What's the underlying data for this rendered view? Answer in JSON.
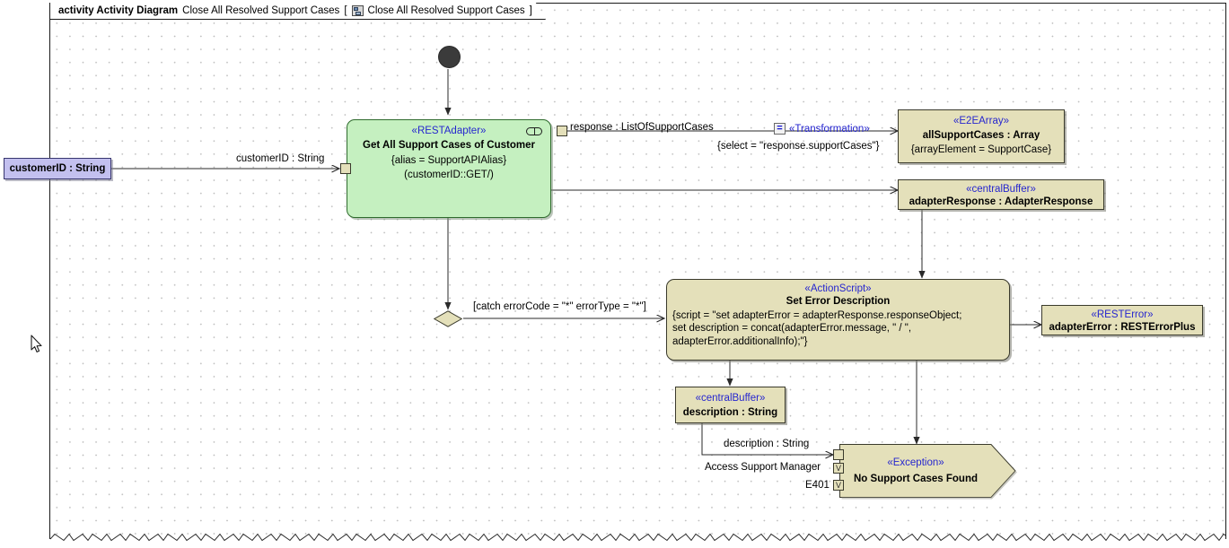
{
  "frame": {
    "keyword": "activity Activity Diagram",
    "name": "Close All Resolved Support Cases",
    "bracket_open": "[",
    "bracket_close": "]",
    "diagram_icon": "activity-diagram-icon",
    "diagram_name": "Close All Resolved Support Cases"
  },
  "nodes": {
    "param_customerid": {
      "label": "customerID : String"
    },
    "initial": {
      "name": "initial-node"
    },
    "rest_adapter": {
      "stereotype": "«RESTAdapter»",
      "name": "Get All Support Cases of Customer",
      "prop1": "{alias = SupportAPIAlias}",
      "prop2": "(customerID::GET/)",
      "marker": "rake-icon"
    },
    "e2e_array": {
      "stereotype": "«E2EArray»",
      "name": "allSupportCases : Array",
      "prop1": "{arrayElement = SupportCase}"
    },
    "central_buffer_response": {
      "stereotype": "«centralBuffer»",
      "name": "adapterResponse : AdapterResponse"
    },
    "action_script": {
      "stereotype": "«ActionScript»",
      "name": "Set Error Description",
      "script_line1": "{script = \"set adapterError = adapterResponse.responseObject;",
      "script_line2": "set description = concat(adapterError.message, \" / \",",
      "script_line3": "adapterError.additionalInfo);\"}"
    },
    "rest_error": {
      "stereotype": "«RESTError»",
      "name": "adapterError : RESTErrorPlus"
    },
    "central_buffer_description": {
      "stereotype": "«centralBuffer»",
      "name": "description : String"
    },
    "exception": {
      "stereotype": "«Exception»",
      "name": "No Support Cases Found"
    }
  },
  "edge_labels": {
    "customerid_in": "customerID : String",
    "response_out": "response : ListOfSupportCases",
    "transformation_stereotype": "«Transformation»",
    "transformation_eq": "=",
    "transformation_select": "{select = \"response.supportCases\"}",
    "catch_guard": "[catch errorCode = \"*\" errorType = \"*\"]",
    "description_pin": "description : String",
    "access_support_manager_pin": "Access Support Manager",
    "e401_pin": "E401",
    "pin_glyph": "V"
  },
  "colors": {
    "node_beige": "#e4e0ba",
    "node_green": "#c5f0c0",
    "param_lavender": "#c3c0ef",
    "stereotype_blue": "#2626cf",
    "border_dark": "#3a3a2c",
    "initial_fill": "#3b3b3b"
  }
}
